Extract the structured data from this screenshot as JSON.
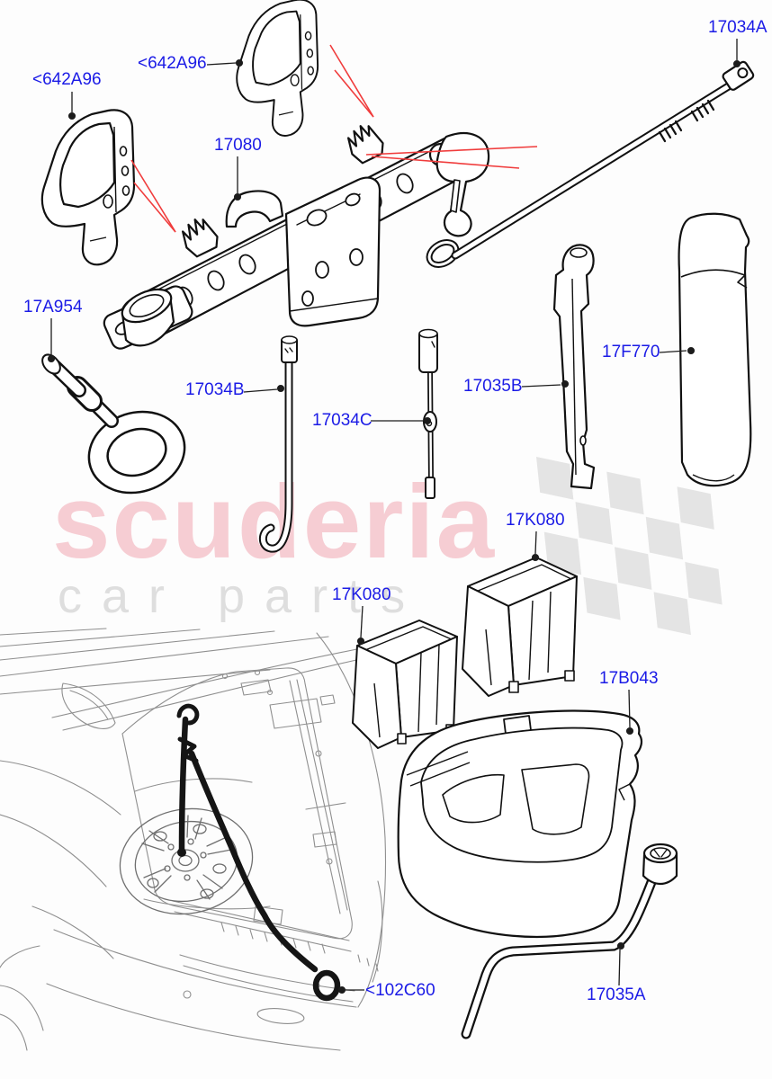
{
  "diagram": {
    "title": "Tow hook and jack parts diagram",
    "watermark_brand": "scuderia",
    "watermark_subtitle": "car parts"
  },
  "colors": {
    "label_blue": "#1b1be6",
    "callout_red": "#f03c3c",
    "watermark_pink": "#f6cdd3",
    "watermark_gray": "#dedede",
    "flag_gray": "#e4e4e4",
    "car_line": "#8f8f8f",
    "part_line": "#111111",
    "page_bg": "#fdfdfd"
  },
  "labels": {
    "bracket_left": {
      "text": "<642A96"
    },
    "bracket_top": {
      "text": "<642A96"
    },
    "jack": {
      "text": "17080"
    },
    "jack_handle": {
      "text": "17034A"
    },
    "tow_hook": {
      "text": "17A954"
    },
    "hook_rod": {
      "text": "17034B"
    },
    "extension_rod": {
      "text": "17034C"
    },
    "wheel_brace": {
      "text": "17035B"
    },
    "tool_case": {
      "text": "17F770"
    },
    "tool_bag_right": {
      "text": "17K080"
    },
    "tool_bag_left": {
      "text": "17K080"
    },
    "foam_tray": {
      "text": "17B043"
    },
    "retention_strap": {
      "text": "<102C60"
    },
    "wheel_wrench": {
      "text": "17035A"
    }
  }
}
